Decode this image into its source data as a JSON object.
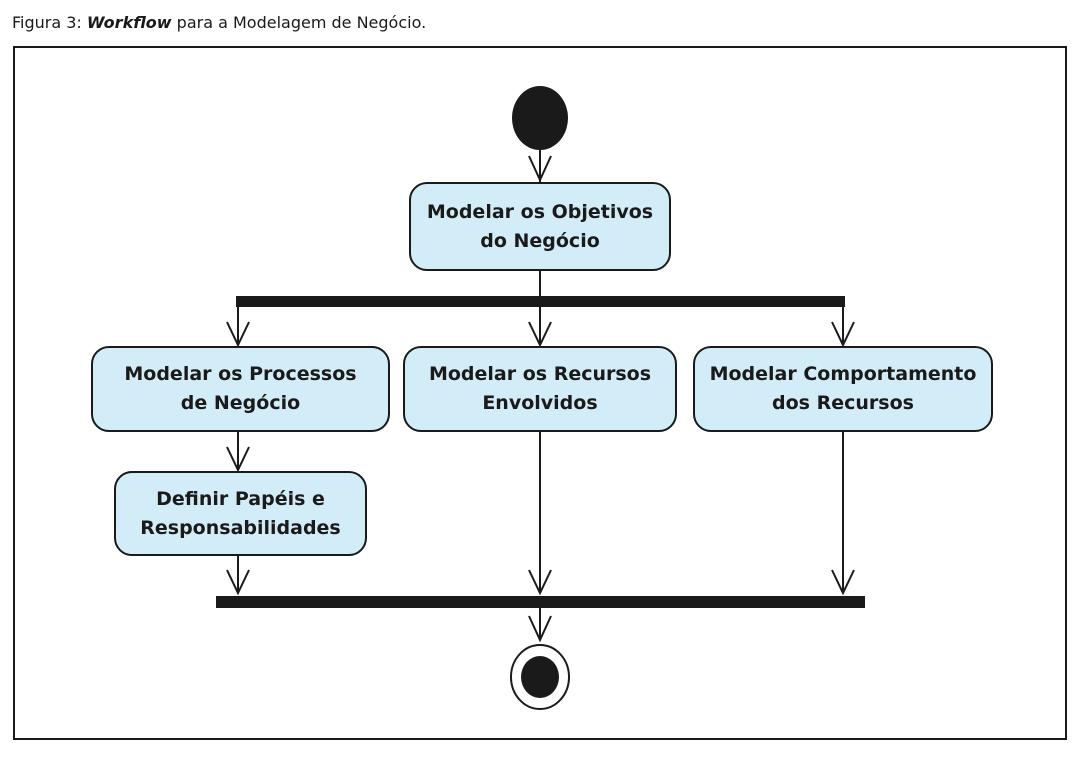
{
  "caption": {
    "prefix": "Figura 3: ",
    "emphasis": "Workflow",
    "suffix": " para a Modelagem de Negócio."
  },
  "diagram": {
    "nodes": {
      "objetivos": "Modelar os Objetivos\ndo Negócio",
      "processos": "Modelar os Processos\nde Negócio",
      "recursos": "Modelar os Recursos\nEnvolvidos",
      "comportamento": "Modelar Comportamento\ndos Recursos",
      "papeis": "Definir Papéis e\nResponsabilidades"
    },
    "colors": {
      "activity_fill": "#d3edf8",
      "line": "#1a1a1a"
    }
  }
}
